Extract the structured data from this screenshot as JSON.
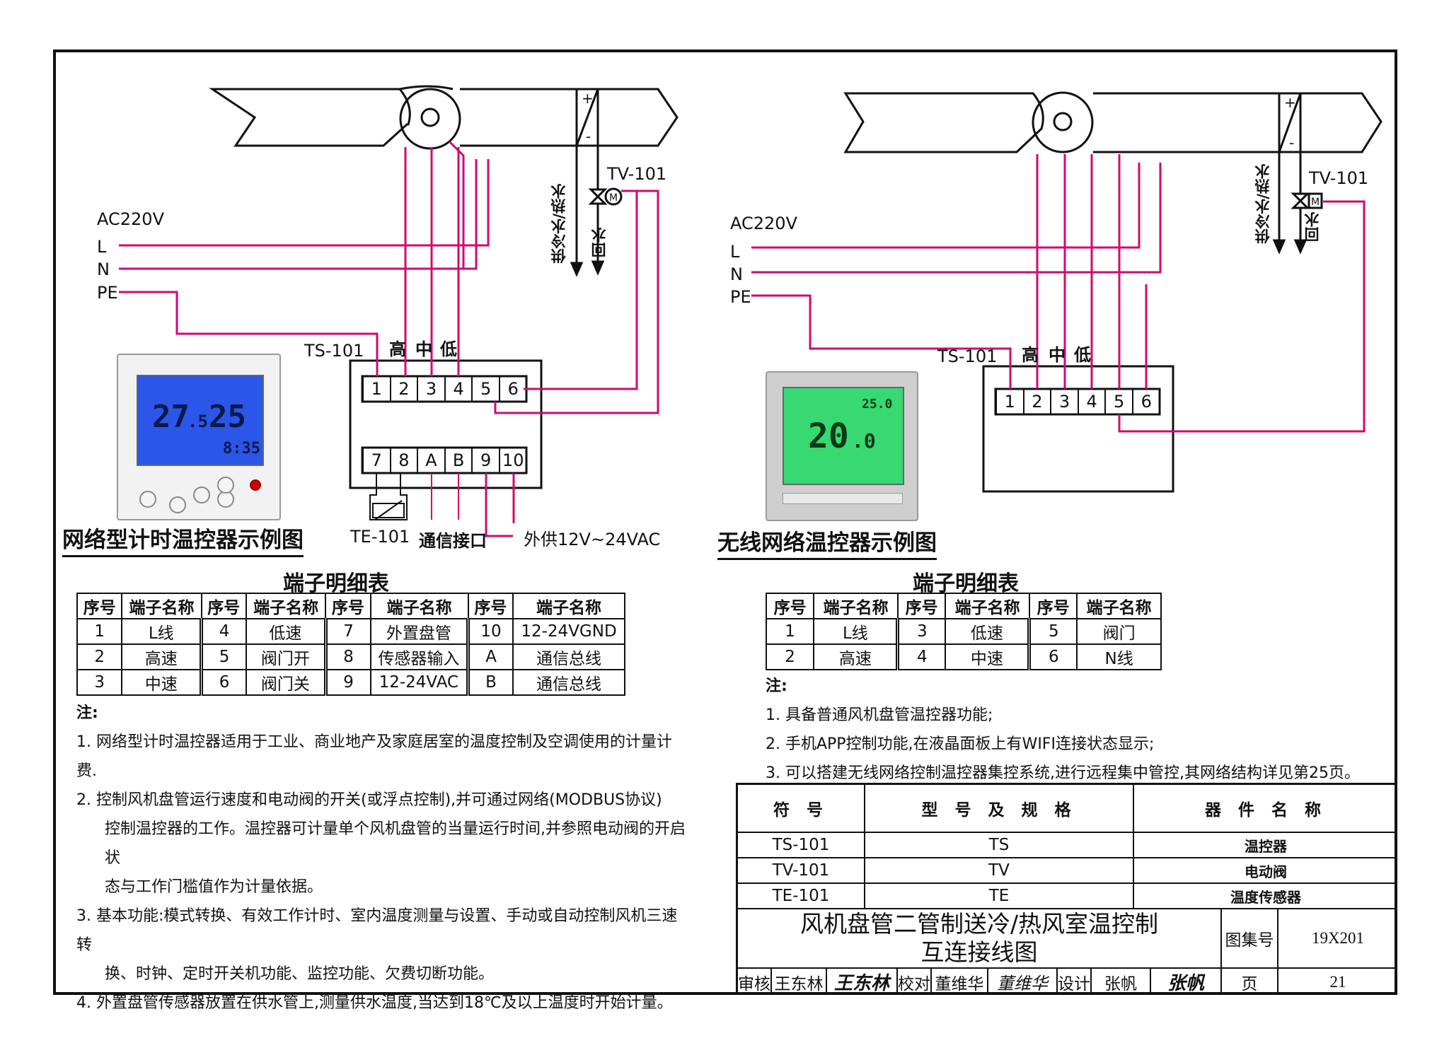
{
  "colors": {
    "wire": "#d10a6e",
    "line": "#111111",
    "lcd_blue": "#2b56e8",
    "lcd_green": "#38d873"
  },
  "left": {
    "power_label": "AC220V",
    "lines": [
      "L",
      "N",
      "PE"
    ],
    "valve": "TV-101",
    "supply": "供冷水/热水",
    "return": "回水",
    "controller": "TS-101",
    "speeds": [
      "高",
      "中",
      "低"
    ],
    "terminals_top": [
      "1",
      "2",
      "3",
      "4",
      "5",
      "6"
    ],
    "terminals_bottom": [
      "7",
      "8",
      "A",
      "B",
      "9",
      "10"
    ],
    "sensor": "TE-101",
    "comm": "通信接口",
    "ext_power": "外供12V~24VAC",
    "display": {
      "t1": "27",
      "t1_dec": ".5",
      "t2": "25",
      "time": "8:35"
    },
    "caption": "网络型计时温控器示例图",
    "table_title": "端子明细表",
    "table_headers": [
      "序号",
      "端子名称",
      "序号",
      "端子名称",
      "序号",
      "端子名称",
      "序号",
      "端子名称"
    ],
    "table_rows": [
      [
        "1",
        "L线",
        "4",
        "低速",
        "7",
        "外置盘管",
        "10",
        "12-24VGND"
      ],
      [
        "2",
        "高速",
        "5",
        "阀门开",
        "8",
        "传感器输入",
        "A",
        "通信总线"
      ],
      [
        "3",
        "中速",
        "6",
        "阀门关",
        "9",
        "12-24VAC",
        "B",
        "通信总线"
      ]
    ],
    "notes_title": "注:",
    "notes": [
      "1. 网络型计时温控器适用于工业、商业地产及家庭居室的温度控制及空调使用的计量计费.",
      "2. 控制风机盘管运行速度和电动阀的开关(或浮点控制),并可通过网络(MODBUS协议)",
      "控制温控器的工作。温控器可计量单个风机盘管的当量运行时间,并参照电动阀的开启状",
      "态与工作门槛值作为计量依据。",
      "3. 基本功能:模式转换、有效工作计时、室内温度测量与设置、手动或自动控制风机三速转",
      "换、时钟、定时开关机功能、监控功能、欠费切断功能。",
      "4. 外置盘管传感器放置在供水管上,测量供水温度,当达到18℃及以上温度时开始计量。"
    ]
  },
  "right": {
    "power_label": "AC220V",
    "lines": [
      "L",
      "N",
      "PE"
    ],
    "valve": "TV-101",
    "supply": "供冷水/热水",
    "return": "回水",
    "controller": "TS-101",
    "speeds": [
      "高",
      "中",
      "低"
    ],
    "terminals": [
      "1",
      "2",
      "3",
      "4",
      "5",
      "6"
    ],
    "display": {
      "temp": "20",
      "temp_dec": ".0",
      "set": "25.0"
    },
    "caption": "无线网络温控器示例图",
    "table_title": "端子明细表",
    "table_headers": [
      "序号",
      "端子名称",
      "序号",
      "端子名称",
      "序号",
      "端子名称"
    ],
    "table_rows": [
      [
        "1",
        "L线",
        "3",
        "低速",
        "5",
        "阀门"
      ],
      [
        "2",
        "高速",
        "4",
        "中速",
        "6",
        "N线"
      ]
    ],
    "notes_title": "注:",
    "notes": [
      "1. 具备普通风机盘管温控器功能;",
      "2. 手机APP控制功能,在液晶面板上有WIFI连接状态显示;",
      "3. 可以搭建无线网络控制温控器集控系统,进行远程集中管控,其网络结构详见第25页。"
    ]
  },
  "title_block": {
    "headers": [
      "符  号",
      "型 号 及 规 格",
      "器  件  名  称"
    ],
    "rows": [
      [
        "TS-101",
        "TS",
        "温控器"
      ],
      [
        "TV-101",
        "TV",
        "电动阀"
      ],
      [
        "TE-101",
        "TE",
        "温度传感器"
      ]
    ],
    "title_line1": "风机盘管二管制送冷/热风室温控制",
    "title_line2": "互连接线图",
    "atlas_label": "图集号",
    "atlas_no": "19X201",
    "page_label": "页",
    "page_no": "21",
    "review_label": "审核",
    "reviewer": "王东林",
    "check_label": "校对",
    "checker": "董维华",
    "design_label": "设计",
    "designer": "张帆",
    "sig_reviewer": "王东林",
    "sig_checker": "董维华",
    "sig_designer": "张帆"
  }
}
